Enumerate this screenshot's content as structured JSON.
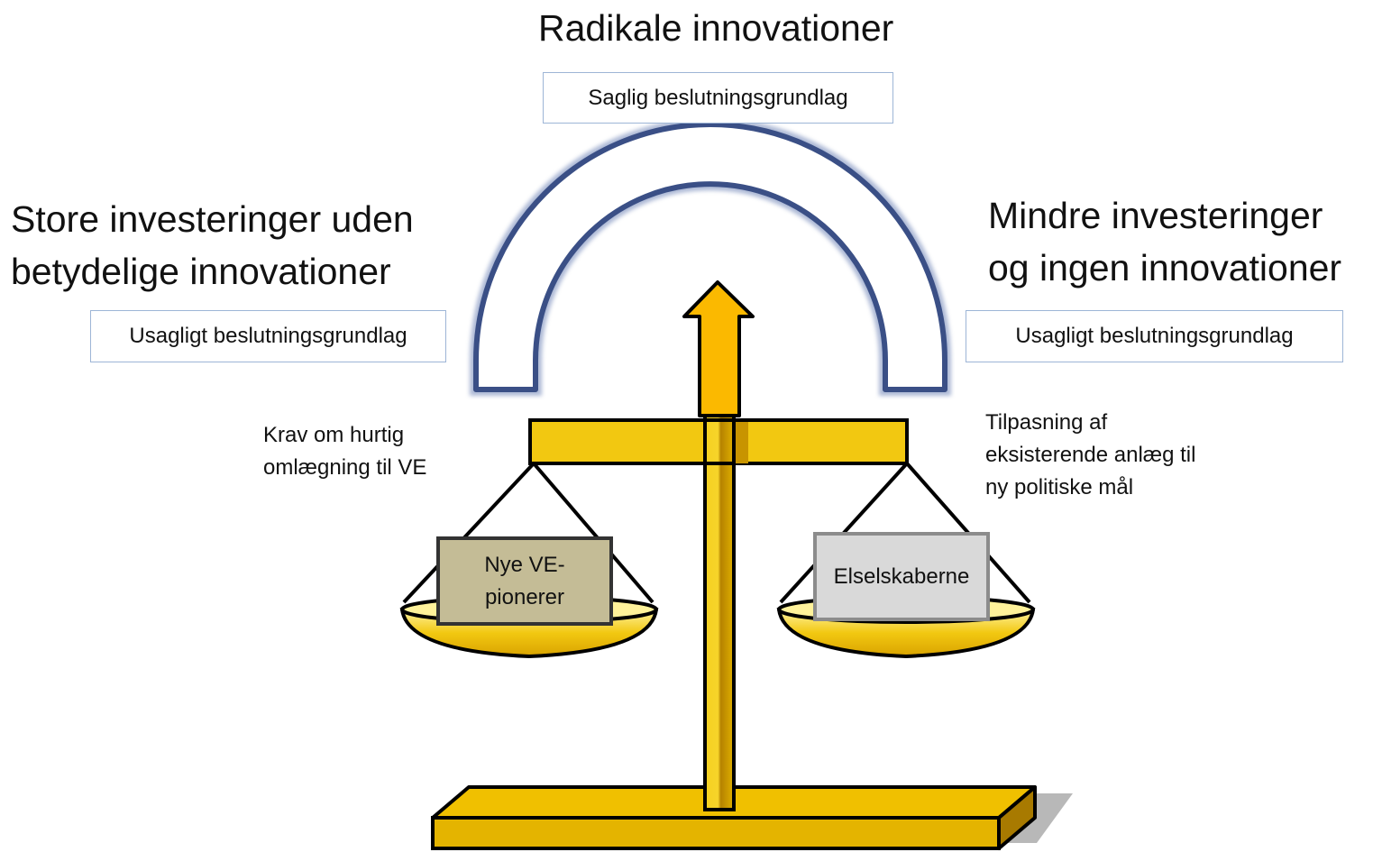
{
  "top_heading": "Radikale innovationer",
  "top_box": "Saglig beslutningsgrundlag",
  "left_heading": {
    "line1": "Store investeringer uden",
    "line2": "betydelige  innovationer"
  },
  "left_box": "Usagligt beslutningsgrundlag",
  "right_heading": {
    "line1": "Mindre investeringer",
    "line2": "og ingen innovationer"
  },
  "right_box": "Usagligt beslutningsgrundlag",
  "left_note": {
    "line1": "Krav om hurtig",
    "line2": "omlægning til VE"
  },
  "right_note": {
    "line1": "Tilpasning af",
    "line2": "eksisterende anlæg til",
    "line3": "ny politiske mål"
  },
  "left_weight": {
    "line1": "Nye VE-",
    "line2": "pionerer"
  },
  "right_weight": "Elselskaberne",
  "colors": {
    "gold": "#f2c811",
    "gold_dark": "#c89400",
    "arrow": "#fbb900",
    "arch_outline": "#3a4f86",
    "left_weight_fill": "#c4bc96",
    "right_weight_fill": "#d9d9d9",
    "box_border": "#9db5d6"
  },
  "icons": [
    "horseshoe-arch-icon",
    "up-arrow-icon",
    "balance-scale-icon"
  ]
}
